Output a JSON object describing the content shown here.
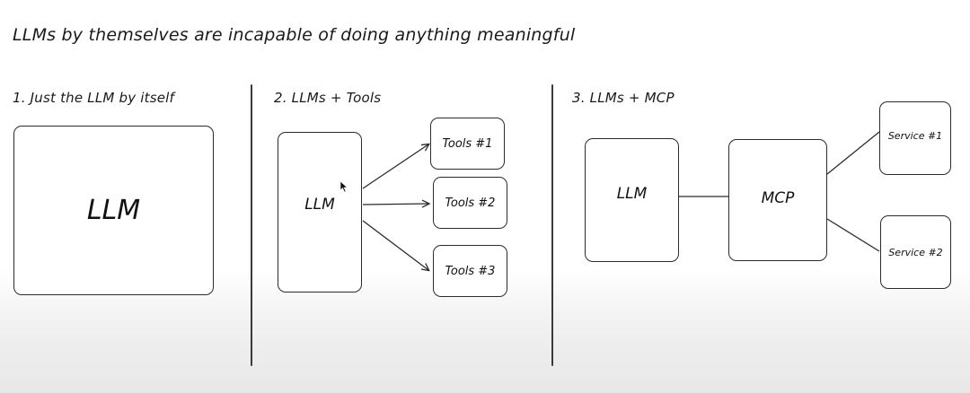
{
  "title": "LLMs by themselves are incapable of doing anything meaningful",
  "sections": [
    {
      "label": "1. Just the LLM by itself",
      "nodes": {
        "llm": "LLM"
      }
    },
    {
      "label": "2. LLMs + Tools",
      "nodes": {
        "llm": "LLM",
        "tool1": "Tools #1",
        "tool2": "Tools #2",
        "tool3": "Tools #3"
      }
    },
    {
      "label": "3. LLMs + MCP",
      "nodes": {
        "llm": "LLM",
        "mcp": "MCP",
        "service1": "Service #1",
        "service2": "Service #2"
      }
    }
  ],
  "colors": {
    "stroke": "#2b2b2b",
    "text": "#1a1a1a"
  }
}
